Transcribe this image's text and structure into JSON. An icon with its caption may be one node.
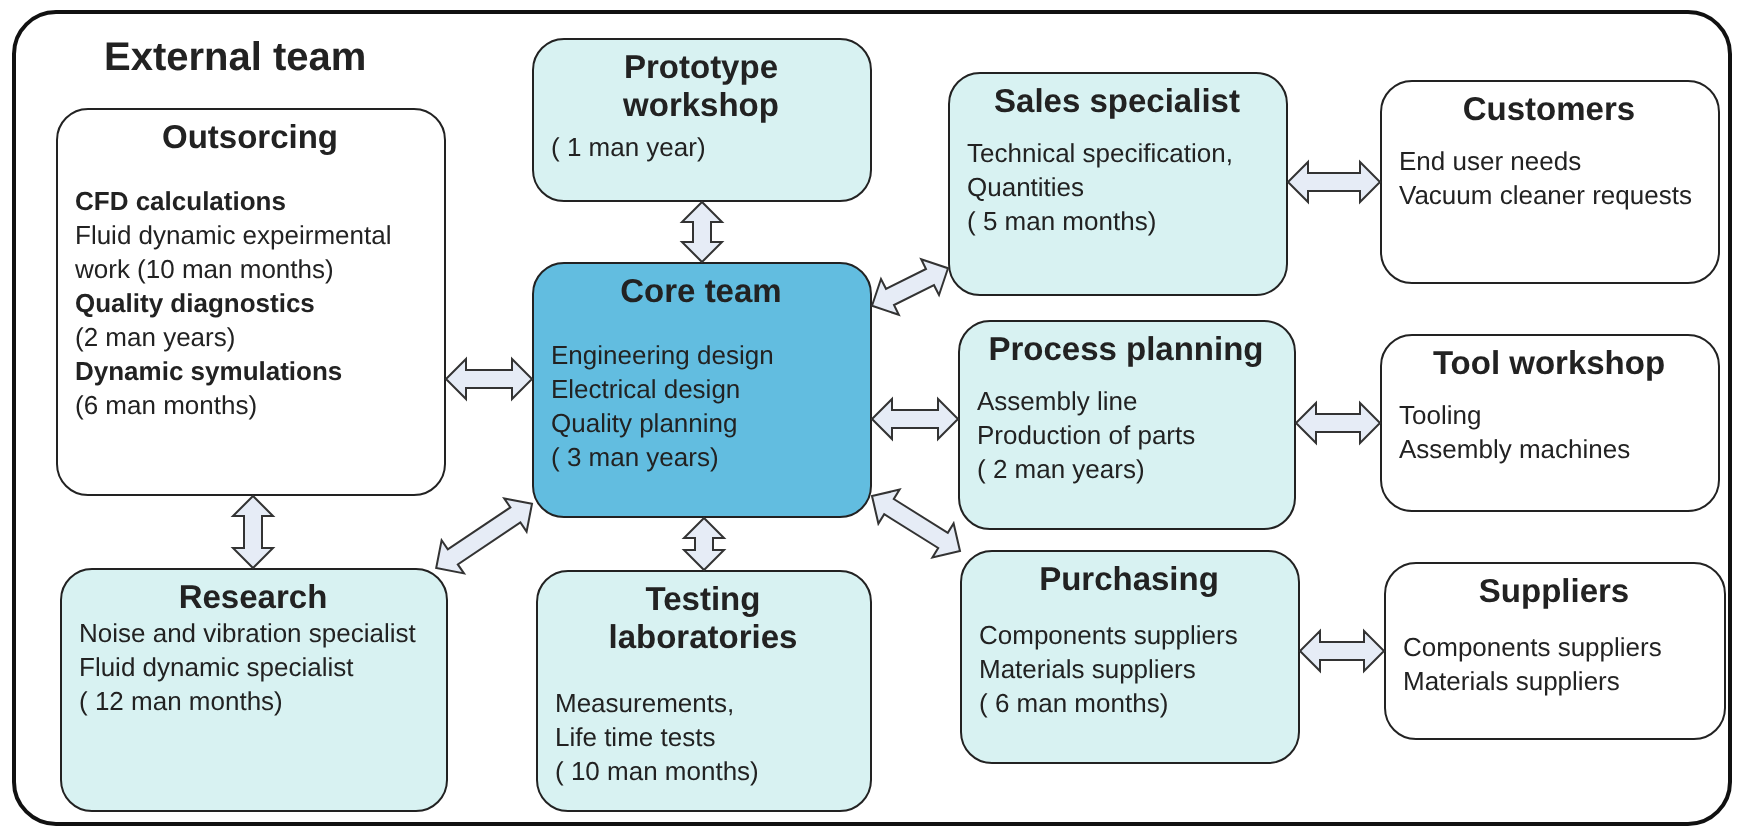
{
  "diagram": {
    "nodes": [
      {
        "text": [
          "External team"
        ]
      },
      {
        "text": [
          "Outsorcing",
          "CFD calculations",
          "Fluid dynamic expeirmental work (10 man months)",
          "Quality diagnostics",
          "(2 man years)",
          "Dynamic symulations",
          "(6 man months)"
        ],
        "in": 0
      },
      {
        "text": [
          "Prototype workshop",
          "( 1 man year)"
        ],
        "in": 0
      },
      {
        "text": [
          "Sales specialist",
          "Technical specification,",
          "Quantities",
          "( 5 man months)"
        ],
        "in": 0
      },
      {
        "text": [
          "Customers",
          "End user needs",
          "Vacuum cleaner requests"
        ],
        "in": 0
      },
      {
        "text": [
          "Core team",
          "Engineering design",
          "Electrical design",
          "Quality planning",
          "( 3 man years)"
        ],
        "in": 0
      },
      {
        "text": [
          "Process planning",
          "Assembly line",
          "Production of parts",
          "( 2 man years)"
        ],
        "in": 0
      },
      {
        "text": [
          "Tool workshop",
          "Tooling",
          "Assembly machines"
        ],
        "in": 0
      },
      {
        "text": [
          "Research",
          "Noise and vibration specialist",
          "Fluid dynamic specialist",
          "( 12 man months)"
        ],
        "in": 0
      },
      {
        "text": [
          "Testing laboratories",
          "Measurements,",
          "Life time tests",
          "( 10 man months)"
        ],
        "in": 0
      },
      {
        "text": [
          "Purchasing",
          "Components suppliers",
          "Materials suppliers",
          "( 6 man months)"
        ],
        "in": 0
      },
      {
        "text": [
          "Suppliers",
          "Components suppliers",
          "Materials suppliers"
        ],
        "in": 0
      }
    ],
    "edges": [
      {
        "from": 5,
        "to": 2,
        "arrow": "both"
      },
      {
        "from": 1,
        "to": 5,
        "arrow": "both"
      },
      {
        "from": 5,
        "to": 3,
        "arrow": "both"
      },
      {
        "from": 3,
        "to": 4,
        "arrow": "both"
      },
      {
        "from": 5,
        "to": 6,
        "arrow": "both"
      },
      {
        "from": 6,
        "to": 7,
        "arrow": "both"
      },
      {
        "from": 1,
        "to": 8,
        "arrow": "both"
      },
      {
        "from": 5,
        "to": 8,
        "arrow": "both"
      },
      {
        "from": 5,
        "to": 9,
        "arrow": "both"
      },
      {
        "from": 5,
        "to": 10,
        "arrow": "both"
      },
      {
        "from": 10,
        "to": 11,
        "arrow": "both"
      }
    ]
  }
}
